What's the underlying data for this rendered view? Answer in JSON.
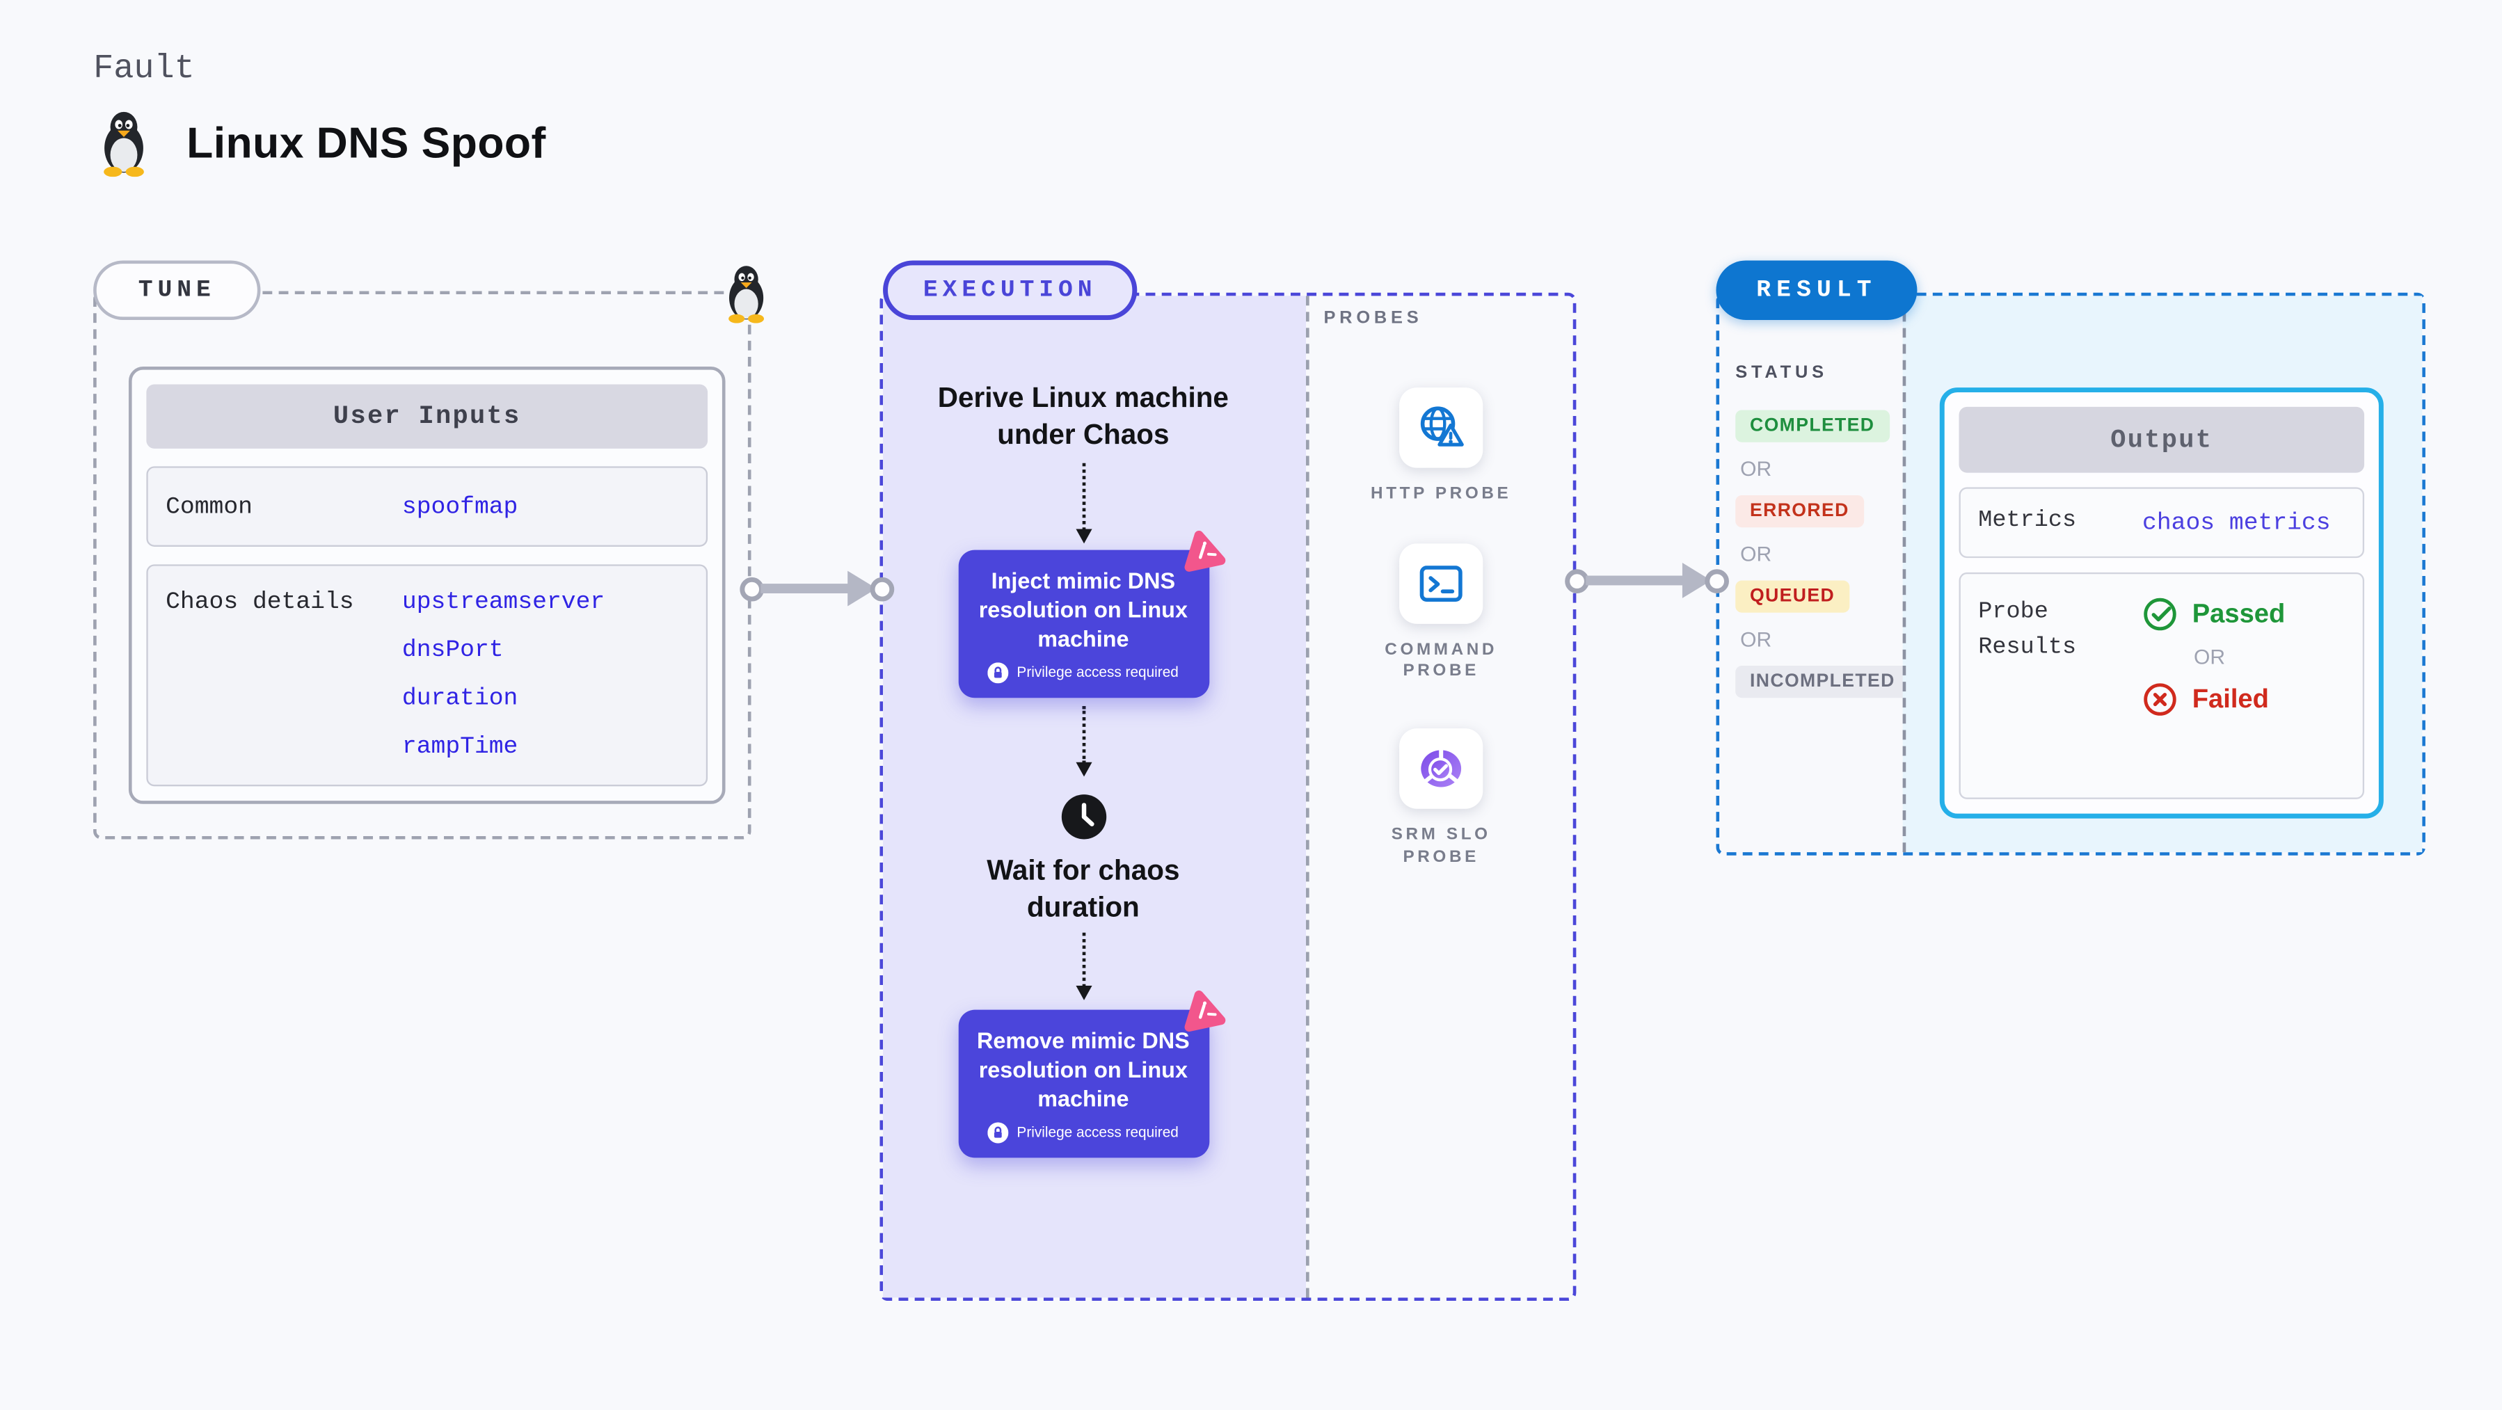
{
  "header": {
    "eyebrow": "Fault",
    "title": "Linux DNS Spoof"
  },
  "tune": {
    "label": "TUNE",
    "card_title": "User Inputs",
    "common_label": "Common",
    "common_value": "spoofmap",
    "chaos_label": "Chaos details",
    "chaos_values": [
      "upstreamserver",
      "dnsPort",
      "duration",
      "rampTime"
    ]
  },
  "execution": {
    "label": "EXECUTION",
    "derive_step": "Derive Linux machine under Chaos",
    "inject_step": "Inject mimic DNS resolution on Linux machine",
    "wait_step": "Wait for chaos duration",
    "remove_step": "Remove mimic DNS resolution on Linux machine",
    "privilege_note": "Privilege access required",
    "probes_label": "PROBES",
    "probes": [
      {
        "name": "HTTP PROBE",
        "icon": "globe-warning-icon"
      },
      {
        "name": "COMMAND PROBE",
        "icon": "terminal-icon"
      },
      {
        "name": "SRM SLO PROBE",
        "icon": "slo-pie-check-icon"
      }
    ]
  },
  "result": {
    "label": "RESULT",
    "status_label": "STATUS",
    "or_label": "OR",
    "statuses": [
      {
        "label": "COMPLETED",
        "fg": "#1E8E3E",
        "bg": "#DCF3DF"
      },
      {
        "label": "ERRORED",
        "fg": "#C3321B",
        "bg": "#FBE9E6"
      },
      {
        "label": "QUEUED",
        "fg": "#C01E1E",
        "bg": "#FBEFC3"
      },
      {
        "label": "INCOMPLETED",
        "fg": "#6D7080",
        "bg": "#E9EAF0"
      }
    ],
    "output": {
      "title": "Output",
      "metrics_label": "Metrics",
      "metrics_value": "chaos metrics",
      "probe_results_label": "Probe Results",
      "passed_label": "Passed",
      "failed_label": "Failed"
    }
  },
  "colors": {
    "page_bg": "#F8F9FC",
    "indigo_accent": "#4B45DB",
    "indigo_dash": "#4B47D9",
    "lavender_fill": "#E5E4FB",
    "result_blue": "#0E76D0",
    "result_dash": "#1A78D2",
    "output_cyan_border": "#25AFE8",
    "output_fill": "#E8F5FD",
    "value_blue": "#2F23E4",
    "probe_icon_blue": "#1377D3",
    "srm_purple": "#8B5CF0",
    "chaos_pink": "#F2568C",
    "passed_green": "#1E9639",
    "failed_red": "#D02A1D",
    "connector_gray": "#B4B7C5"
  }
}
